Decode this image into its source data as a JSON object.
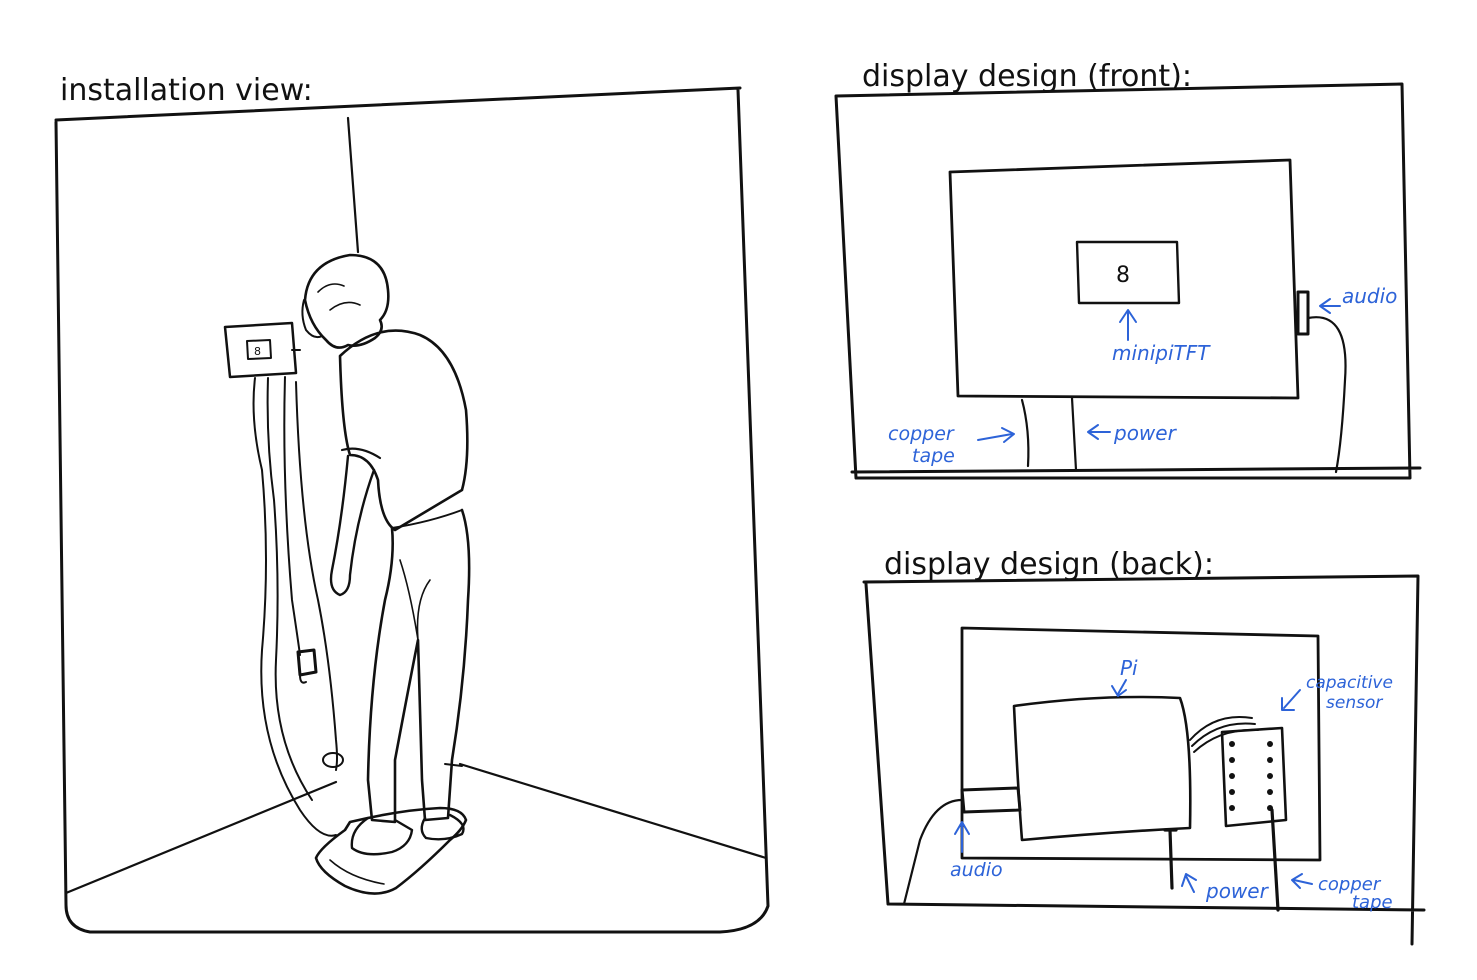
{
  "colors": {
    "ink": "#111111",
    "annotation": "#2d63d8",
    "background": "#ffffff"
  },
  "panels": {
    "installation": {
      "title": "installation view:",
      "display_digit": "8"
    },
    "front": {
      "title": "display design (front):",
      "screen_digit": "8",
      "labels": {
        "tft": "minipiTFT",
        "audio": "audio",
        "copper_line1": "copper",
        "copper_line2": "tape",
        "power": "power"
      }
    },
    "back": {
      "title": "display design (back):",
      "labels": {
        "pi": "Pi",
        "sensor_line1": "capacitive",
        "sensor_line2": "sensor",
        "audio": "audio",
        "power": "power",
        "copper_line1": "copper",
        "copper_line2": "tape"
      }
    }
  },
  "icons": {
    "arrow": "arrow-icon",
    "person": "person-figure"
  }
}
